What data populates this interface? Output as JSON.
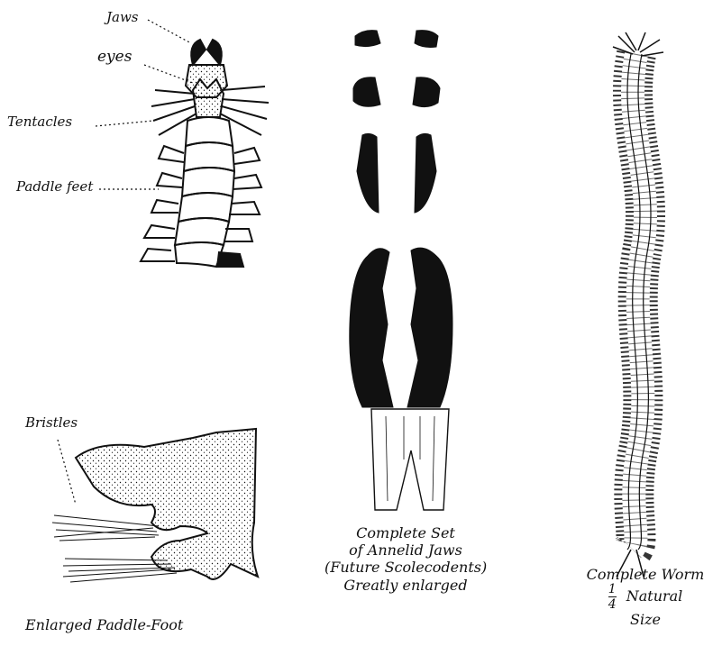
{
  "labels": {
    "jaws": "Jaws",
    "eyes": "eyes",
    "tentacles": "Tentacles",
    "paddle_feet": "Paddle feet",
    "bristles": "Bristles"
  },
  "captions": {
    "paddle_foot": "Enlarged Paddle-Foot",
    "jaws_line1": "Complete Set",
    "jaws_line2": "of Annelid Jaws",
    "jaws_line3": "(Future Scolecodents)",
    "jaws_line4": "Greatly enlarged",
    "worm_line1": "Complete Worm",
    "worm_frac_num": "1",
    "worm_frac_den": "4",
    "worm_line2": "Natural",
    "worm_line3": "Size"
  },
  "colors": {
    "ink": "#111111",
    "paper": "#ffffff"
  }
}
